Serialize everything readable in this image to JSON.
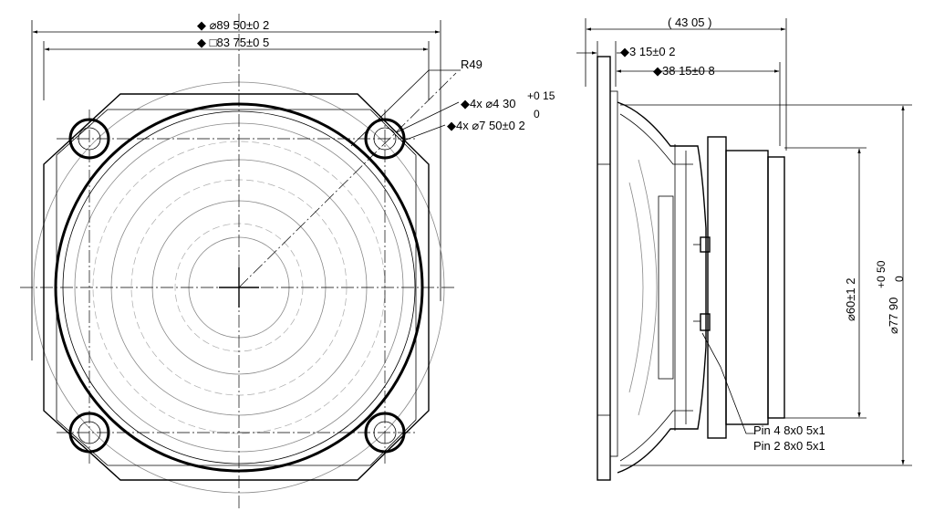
{
  "front_view": {
    "dim_outer_diameter": "◆ ⌀89 50±0 2",
    "dim_square": "◆ □83 75±0 5",
    "radius_label": "R49",
    "hole_small_main": "◆4x ⌀4 30",
    "hole_small_tol_upper": "+0 15",
    "hole_small_tol_lower": "0",
    "hole_large": "◆4x ⌀7 50±0 2"
  },
  "side_view": {
    "dim_total_depth": "( 43 05 )",
    "dim_flange": "◆3 15±0 2",
    "dim_body_depth": "◆38 15±0 8",
    "dim_magnet_dia": "⌀60±1 2",
    "dim_cutout_main": "⌀77 90",
    "dim_cutout_tol_upper": "+0 50",
    "dim_cutout_tol_lower": "0",
    "pin_label_1": "Pin 4 8x0 5x1",
    "pin_label_2": "Pin 2 8x0 5x1"
  }
}
